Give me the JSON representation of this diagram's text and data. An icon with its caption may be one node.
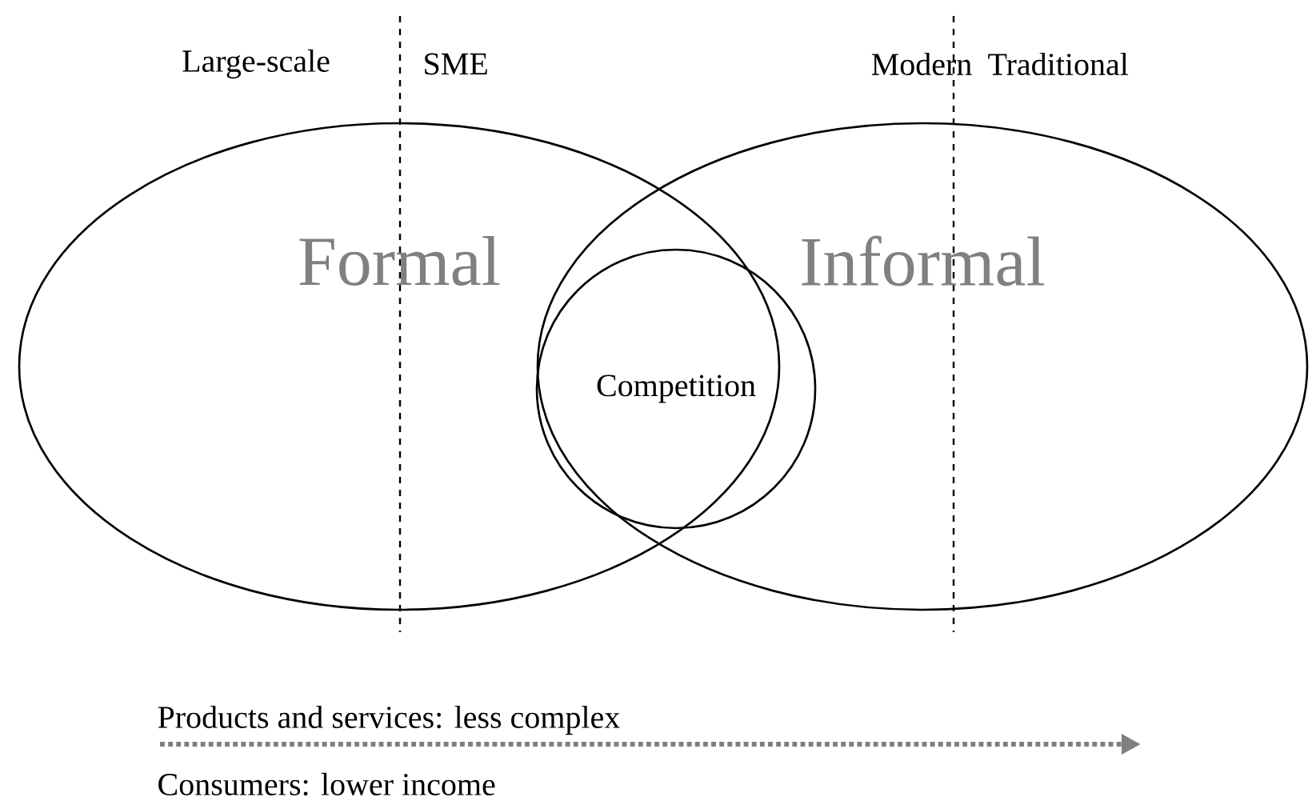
{
  "diagram": {
    "nodes": [
      {
        "text": [
          "Formal"
        ]
      },
      {
        "text": [
          "Informal"
        ]
      },
      {
        "text": [
          "Competition"
        ],
        "in": 1
      }
    ],
    "labels": [
      "Large-scale",
      "SME",
      "Modern",
      "Traditional",
      "Products and services: less complex",
      "Consumers: lower income"
    ]
  }
}
